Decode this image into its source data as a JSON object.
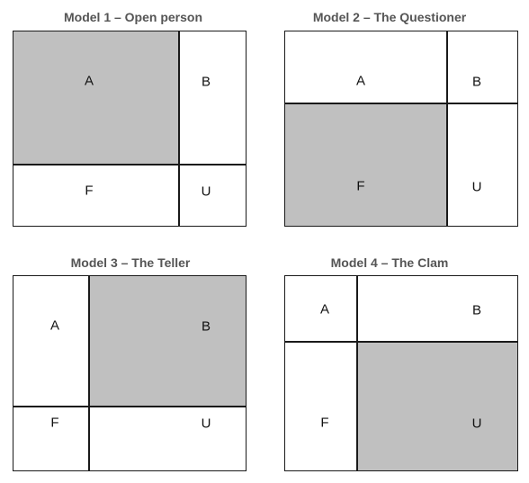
{
  "models": [
    {
      "title": "Model 1 – Open person",
      "labels": {
        "a": "A",
        "b": "B",
        "f": "F",
        "u": "U"
      },
      "shaded_quadrant": "A"
    },
    {
      "title": "Model 2 – The Questioner",
      "labels": {
        "a": "A",
        "b": "B",
        "f": "F",
        "u": "U"
      },
      "shaded_quadrant": "F"
    },
    {
      "title": "Model 3 – The Teller",
      "labels": {
        "a": "A",
        "b": "B",
        "f": "F",
        "u": "U"
      },
      "shaded_quadrant": "B"
    },
    {
      "title": "Model 4 – The Clam",
      "labels": {
        "a": "A",
        "b": "B",
        "f": "F",
        "u": "U"
      },
      "shaded_quadrant": "U"
    }
  ],
  "colors": {
    "shaded": "#c0c0c0",
    "border": "#1a1a1a",
    "title": "#555555"
  }
}
